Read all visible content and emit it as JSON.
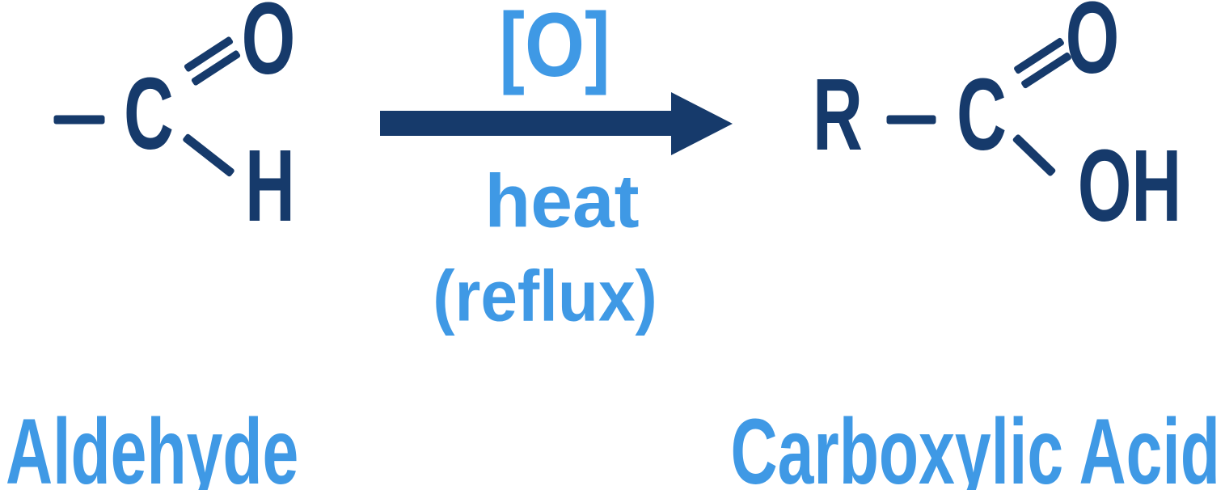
{
  "colors": {
    "navy": "#163a6b",
    "blue": "#3f99e5",
    "background": "#ffffff"
  },
  "reactant": {
    "label": "Aldehyde",
    "atoms": {
      "carbon": "C",
      "oxygen": "O",
      "hydrogen": "H"
    }
  },
  "conditions": {
    "oxidant": "[O]",
    "heat": "heat",
    "reflux": "(reflux)"
  },
  "product": {
    "label": "Carboxylic Acid",
    "atoms": {
      "r_group": "R",
      "carbon": "C",
      "oxygen": "O",
      "hydroxyl": "OH"
    }
  }
}
